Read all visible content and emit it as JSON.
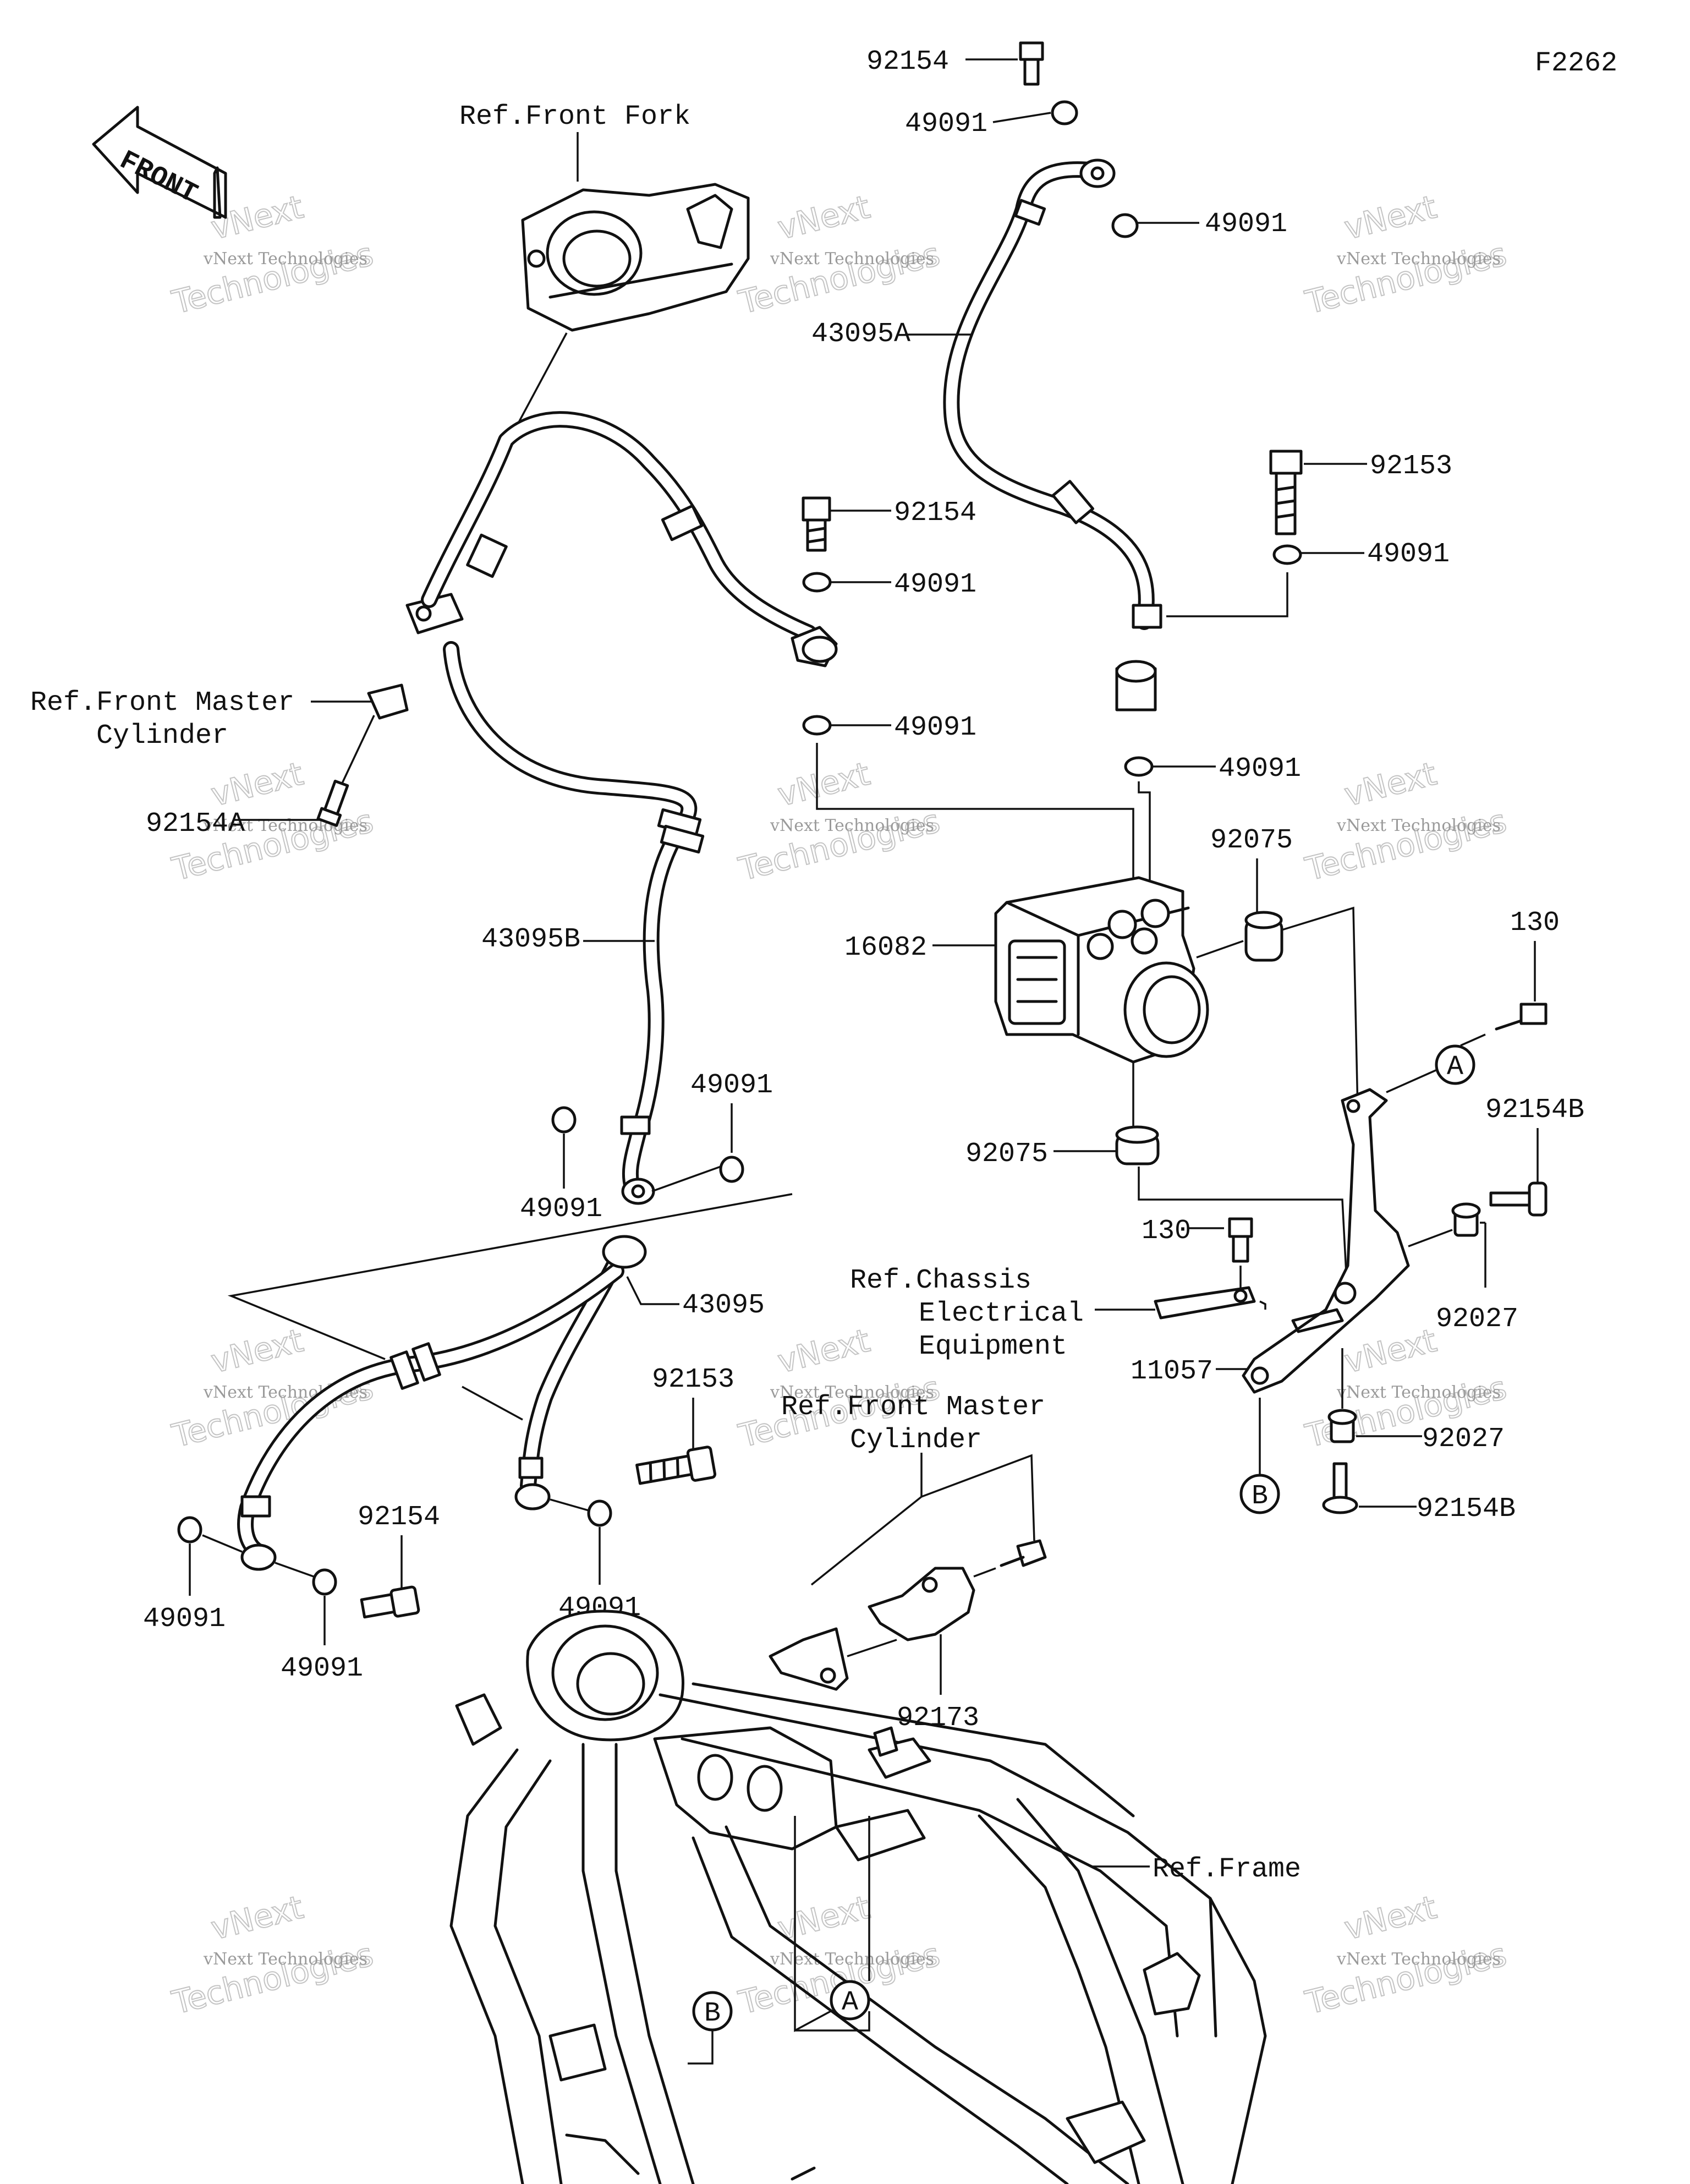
{
  "figure_code": "F2262",
  "direction_tag": "FRONT",
  "watermark": {
    "small": "vNext Technologies",
    "big_top": "vNext",
    "big_bottom": "Technologies"
  },
  "references": {
    "front_fork": "Ref.Front Fork",
    "front_master_cylinder_1": "Ref.Front Master",
    "front_master_cylinder_2": "Cylinder",
    "chassis_electrical_1": "Ref.Chassis",
    "chassis_electrical_2": "Electrical",
    "chassis_electrical_3": "Equipment",
    "lower_master_cylinder_1": "Ref.Front Master",
    "lower_master_cylinder_2": "Cylinder",
    "frame": "Ref.Frame"
  },
  "parts": {
    "bolt_top": "92154",
    "washer_top_1": "49091",
    "washer_top_2": "49091",
    "hose_a": "43095A",
    "bolt_mid": "92154",
    "washer_mid_1": "49091",
    "washer_mid_2": "49091",
    "bolt_right": "92153",
    "washer_right_1": "49091",
    "washer_right_2": "49091",
    "bolt_92154a": "92154A",
    "hose_b": "43095B",
    "abs_unit": "16082",
    "grommet_upper": "92075",
    "grommet_lower": "92075",
    "bolt_130_upper": "130",
    "bolt_130_lower": "130",
    "bolt_92154b_upper": "92154B",
    "bolt_92154b_lower": "92154B",
    "collar_upper": "92027",
    "collar_lower": "92027",
    "bracket": "11057",
    "washer_b_1": "49091",
    "washer_b_2": "49091",
    "hose_43095": "43095",
    "bolt_92153_lower": "92153",
    "washer_low_mid": "49091",
    "bolt_92154_lower": "92154",
    "washer_low_left_1": "49091",
    "washer_low_left_2": "49091",
    "clamp": "92173"
  },
  "callouts": {
    "a_upper": "A",
    "b_upper": "B",
    "b_lower": "B",
    "a_lower": "A"
  }
}
